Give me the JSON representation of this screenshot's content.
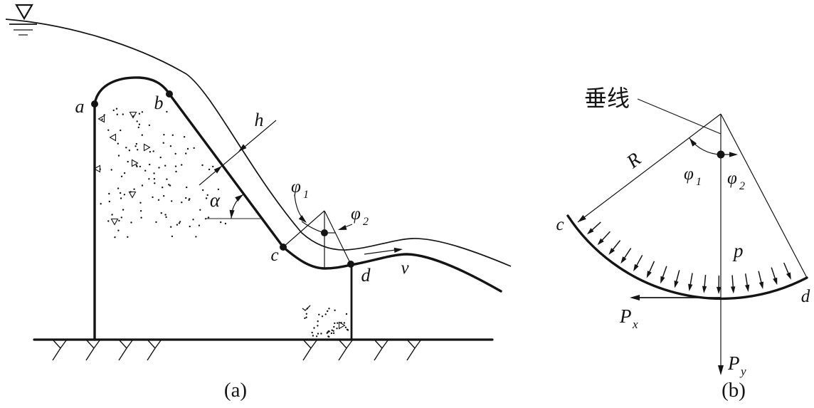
{
  "panel_a": {
    "caption": "(a)",
    "point_a": "a",
    "point_b": "b",
    "point_c": "c",
    "point_d": "d",
    "depth_label": "h",
    "alpha_label": "α",
    "phi1": {
      "base": "φ",
      "sub": "1"
    },
    "phi2": {
      "base": "φ",
      "sub": "2"
    },
    "velocity_label": "v"
  },
  "panel_b": {
    "caption": "(b)",
    "vertical_label": "垂线",
    "radius_label": "R",
    "point_c": "c",
    "point_d": "d",
    "phi1": {
      "base": "φ",
      "sub": "1"
    },
    "phi2": {
      "base": "φ",
      "sub": "2"
    },
    "pressure_label": "p",
    "force_x": {
      "base": "P",
      "sub": "x"
    },
    "force_y": {
      "base": "P",
      "sub": "y"
    }
  },
  "colors": {
    "ink": "#141414",
    "background": "#ffffff"
  }
}
